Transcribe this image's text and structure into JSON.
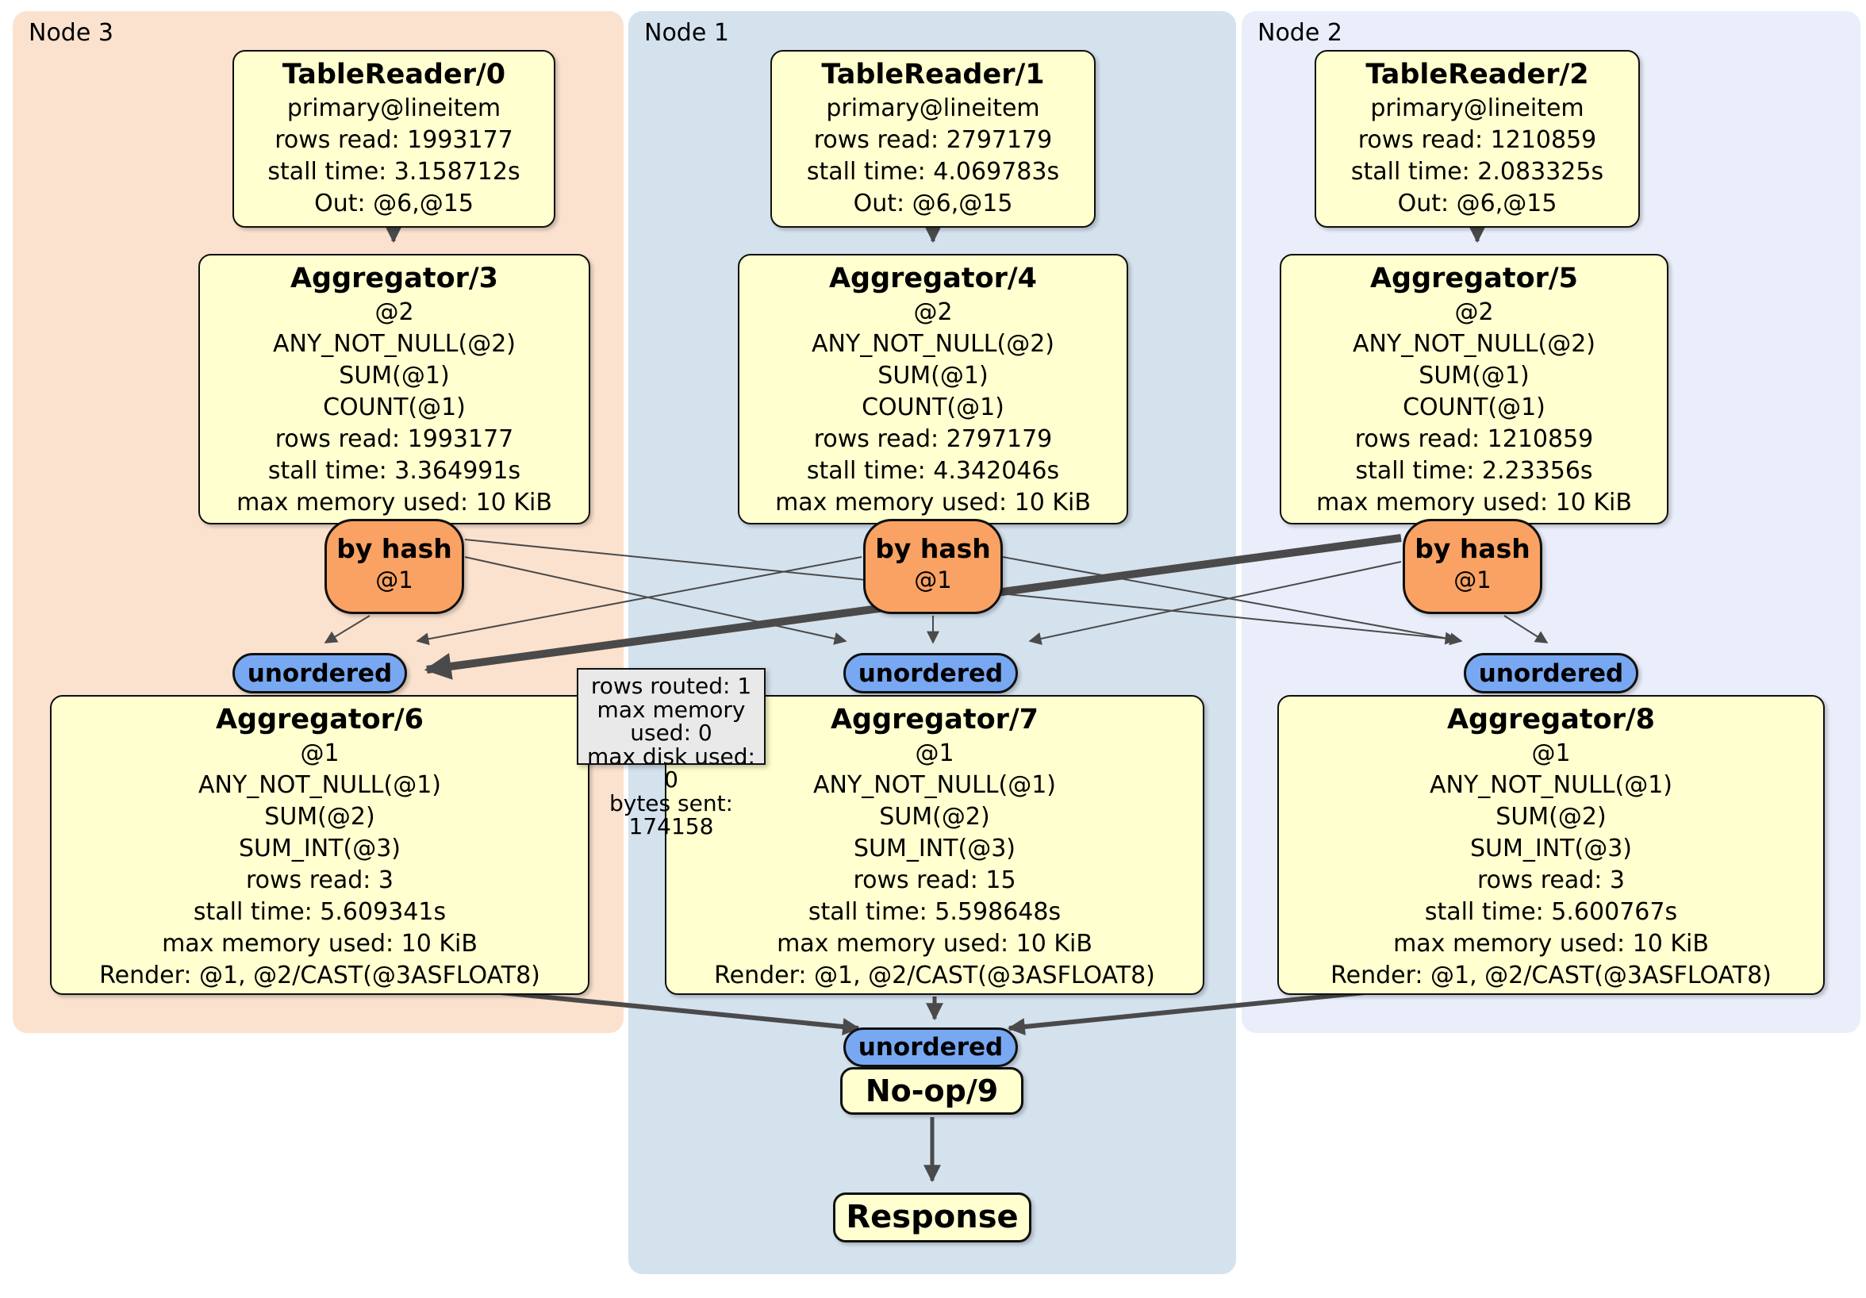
{
  "colors": {
    "panel_node3": "#fbe2cf",
    "panel_node1": "#d4e2ee",
    "panel_node2": "#e9eefa",
    "operator_fill": "#ffffcf",
    "router_fill": "#f9a263",
    "sync_fill": "#78a8f2",
    "tooltip_fill": "#e9e9e9",
    "edge": "#4a4a4a"
  },
  "panels": [
    {
      "label": "Node 3"
    },
    {
      "label": "Node 1"
    },
    {
      "label": "Node 2"
    }
  ],
  "nodes": [
    {
      "table_reader": {
        "title": "TableReader/0",
        "lines": [
          "primary@lineitem",
          "rows read: 1993177",
          "stall time: 3.158712s",
          "Out: @6,@15"
        ]
      },
      "aggregator_top": {
        "title": "Aggregator/3",
        "lines": [
          "@2",
          "ANY_NOT_NULL(@2)",
          "SUM(@1)",
          "COUNT(@1)",
          "rows read: 1993177",
          "stall time: 3.364991s",
          "max memory used: 10 KiB"
        ]
      },
      "router": {
        "title": "by hash",
        "subtitle": "@1"
      },
      "sync_label": "unordered",
      "aggregator_bottom": {
        "title": "Aggregator/6",
        "lines": [
          "@1",
          "ANY_NOT_NULL(@1)",
          "SUM(@2)",
          "SUM_INT(@3)",
          "rows read: 3",
          "stall time: 5.609341s",
          "max memory used: 10 KiB",
          "Render: @1, @2/CAST(@3ASFLOAT8)"
        ]
      }
    },
    {
      "table_reader": {
        "title": "TableReader/1",
        "lines": [
          "primary@lineitem",
          "rows read: 2797179",
          "stall time: 4.069783s",
          "Out: @6,@15"
        ]
      },
      "aggregator_top": {
        "title": "Aggregator/4",
        "lines": [
          "@2",
          "ANY_NOT_NULL(@2)",
          "SUM(@1)",
          "COUNT(@1)",
          "rows read: 2797179",
          "stall time: 4.342046s",
          "max memory used: 10 KiB"
        ]
      },
      "router": {
        "title": "by hash",
        "subtitle": "@1"
      },
      "sync_label": "unordered",
      "aggregator_bottom": {
        "title": "Aggregator/7",
        "lines": [
          "@1",
          "ANY_NOT_NULL(@1)",
          "SUM(@2)",
          "SUM_INT(@3)",
          "rows read: 15",
          "stall time: 5.598648s",
          "max memory used: 10 KiB",
          "Render: @1, @2/CAST(@3ASFLOAT8)"
        ]
      }
    },
    {
      "table_reader": {
        "title": "TableReader/2",
        "lines": [
          "primary@lineitem",
          "rows read: 1210859",
          "stall time: 2.083325s",
          "Out: @6,@15"
        ]
      },
      "aggregator_top": {
        "title": "Aggregator/5",
        "lines": [
          "@2",
          "ANY_NOT_NULL(@2)",
          "SUM(@1)",
          "COUNT(@1)",
          "rows read: 1210859",
          "stall time: 2.23356s",
          "max memory used: 10 KiB"
        ]
      },
      "router": {
        "title": "by hash",
        "subtitle": "@1"
      },
      "sync_label": "unordered",
      "aggregator_bottom": {
        "title": "Aggregator/8",
        "lines": [
          "@1",
          "ANY_NOT_NULL(@1)",
          "SUM(@2)",
          "SUM_INT(@3)",
          "rows read: 3",
          "stall time: 5.600767s",
          "max memory used: 10 KiB",
          "Render: @1, @2/CAST(@3ASFLOAT8)"
        ]
      }
    }
  ],
  "tooltip": {
    "lines": [
      "rows routed: 1",
      "max memory used: 0",
      "max disk used: 0",
      "bytes sent: 174158"
    ]
  },
  "final": {
    "sync_label": "unordered",
    "noop_title": "No-op/9",
    "response_title": "Response"
  }
}
